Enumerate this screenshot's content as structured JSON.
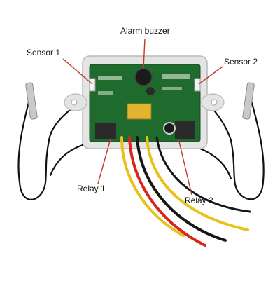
{
  "labels": {
    "alarm_buzzer": "Alarm buzzer",
    "sensor_1": "Sensor 1",
    "sensor_2": "Sensor 2",
    "relay_1": "Relay 1",
    "relay_2": "Relay 2"
  },
  "colors": {
    "housing": "#e4e4e4",
    "pcb": "#1f6b2e",
    "probe_cable": "#111111",
    "wire_yellow": "#e8c21a",
    "wire_red": "#d8261c",
    "wire_black": "#161616",
    "callout_line": "#c0392b"
  }
}
